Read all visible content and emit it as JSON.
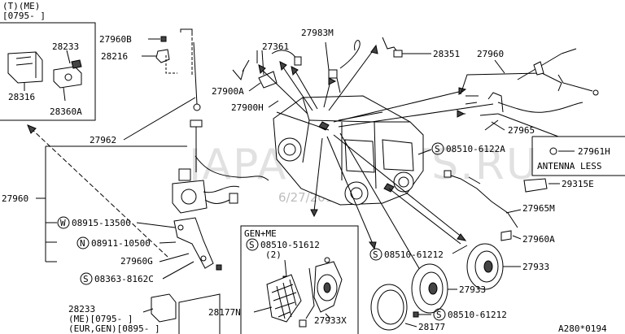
{
  "watermark": {
    "text": "JAPANPARTS.RU",
    "date": "6/27/2010"
  },
  "inset_top_left": {
    "line1": "(T)(ME)",
    "line2": "[0795-    ]"
  },
  "inset_gen_me": {
    "label": "GEN+ME",
    "part_number": "08510-51612",
    "qty": "(2)"
  },
  "inset_bottom_left": {
    "part": "28233",
    "line1": "(ME)[0795-    ]",
    "line2": "(EUR,GEN)[0895-   ]"
  },
  "antenna_less": {
    "part": "27961H",
    "label": "ANTENNA LESS"
  },
  "footer_code": "A280*0194",
  "callouts": {
    "p28233_top": "28233",
    "p28316": "28316",
    "p28360A": "28360A",
    "p27960B": "27960B",
    "p28216": "28216",
    "p27361": "27361",
    "p27983M": "27983M",
    "p28351": "28351",
    "p27960_top": "27960",
    "p27900A": "27900A",
    "p27900H": "27900H",
    "p27965": "27965",
    "p27962": "27962",
    "p27960_left": "27960",
    "p08510_6122A": "08510-6122A",
    "p29315E": "29315E",
    "p27965M": "27965M",
    "p27960A": "27960A",
    "p08915": "08915-13500",
    "p08911": "08911-10500",
    "p27960G": "27960G",
    "p08363": "08363-8162C",
    "p08510_61212_mid": "08510-61212",
    "p27933_right": "27933",
    "p27933_mid": "27933",
    "p28177N": "28177N",
    "p27933X": "27933X",
    "p28177": "28177",
    "p08510_61212_bot": "08510-61212"
  },
  "symbols": {
    "washer": "W",
    "nut": "N",
    "screw": "S"
  }
}
